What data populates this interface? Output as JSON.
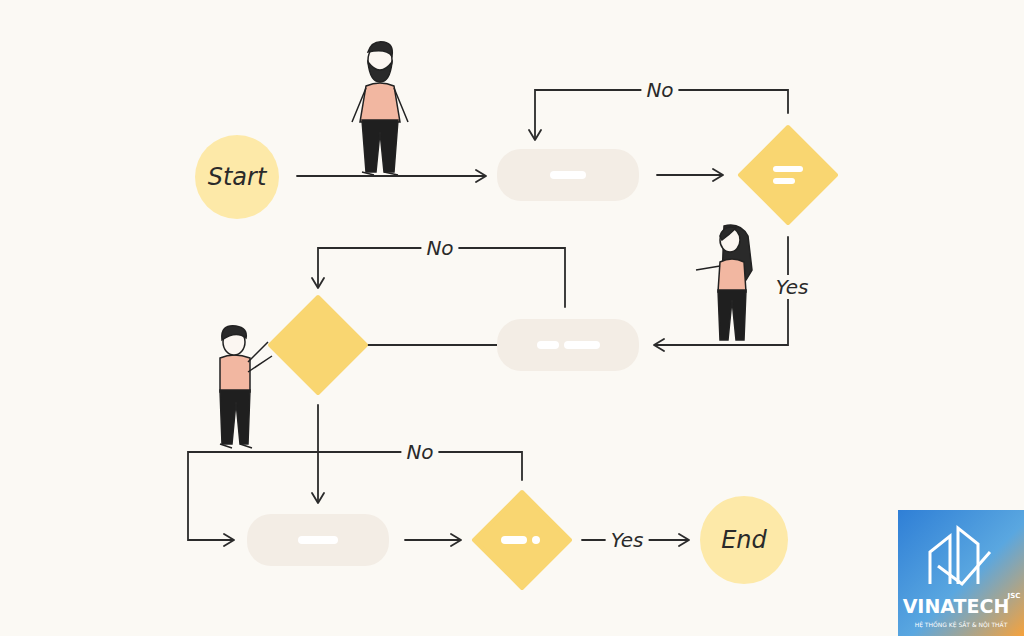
{
  "diagram": {
    "nodes": [
      {
        "text": [
          "Start"
        ]
      },
      {
        "text": []
      },
      {
        "text": []
      },
      {
        "text": []
      },
      {
        "text": []
      },
      {
        "text": []
      },
      {
        "text": []
      },
      {
        "text": [
          "End"
        ]
      }
    ],
    "edges": [
      {
        "from": 0,
        "to": 1,
        "arrow": "to"
      },
      {
        "from": 1,
        "to": 2,
        "arrow": "to"
      },
      {
        "from": 2,
        "to": 1,
        "arrow": "to",
        "label": "No"
      },
      {
        "from": 2,
        "to": 3,
        "arrow": "to",
        "label": "Yes"
      },
      {
        "from": 3,
        "to": 4,
        "arrow": "to"
      },
      {
        "from": 3,
        "to": 4,
        "arrow": "to",
        "label": "No"
      },
      {
        "from": 4,
        "to": 5,
        "arrow": "to"
      },
      {
        "from": 5,
        "to": 6,
        "arrow": "to"
      },
      {
        "from": 6,
        "to": 5,
        "arrow": "to",
        "label": "No"
      },
      {
        "from": 6,
        "to": 7,
        "arrow": "to",
        "label": "Yes"
      }
    ],
    "labels": [
      "VINATECH",
      "JSC",
      "HỆ THỐNG KỆ SẮT & NỘI THẤT"
    ]
  }
}
